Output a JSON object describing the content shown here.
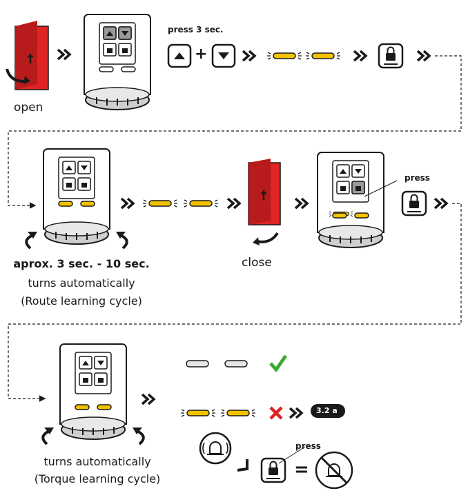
{
  "labels": {
    "open": "open",
    "press_3_sec": "press 3 sec.",
    "approx": "aprox. 3 sec. - 10 sec.",
    "turns_automatically_1": "turns automatically",
    "route_learning": "(Route learning cycle)",
    "close": "close",
    "press_2": "press",
    "turns_automatically_2": "turns automatically",
    "torque_learning": "(Torque learning cycle)",
    "press_3": "press",
    "error_code": "3.2 a"
  },
  "symbols": {
    "plus": "+",
    "equals": "="
  },
  "colors": {
    "door_red": "#e02424",
    "led_yellow": "#f2c200",
    "check_green": "#3aaa35",
    "cross_red": "#e02424",
    "ink": "#1a1a1a"
  }
}
